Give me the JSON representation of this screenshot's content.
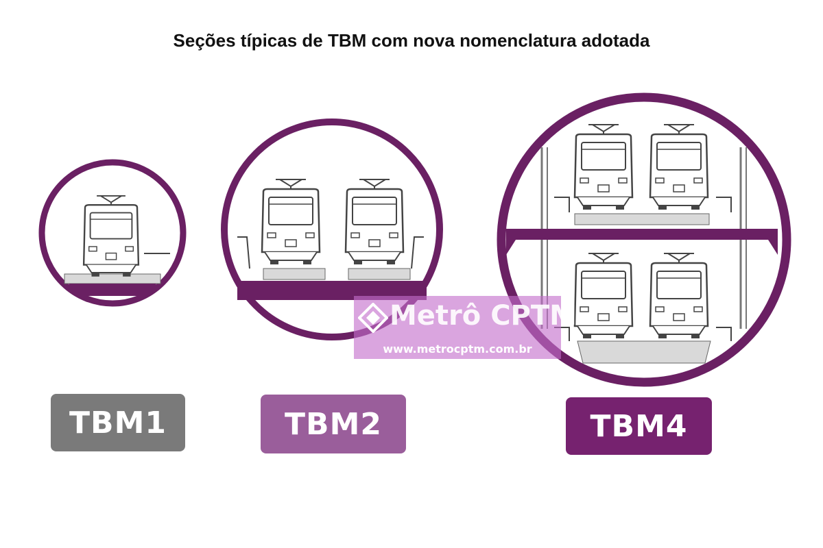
{
  "title": "Seções típicas de TBM com nova nomenclatura adotada",
  "sections": [
    {
      "id": "tbm1",
      "label": "TBM1",
      "color": "#7a7a7a",
      "tracks": 1,
      "levels": 1
    },
    {
      "id": "tbm2",
      "label": "TBM2",
      "color": "#9a5e9b",
      "tracks": 2,
      "levels": 1
    },
    {
      "id": "tbm4",
      "label": "TBM4",
      "color": "#76226f",
      "tracks": 4,
      "levels": 2
    }
  ],
  "colors": {
    "ring": "#6a2063",
    "platform": "#d9d9d9",
    "train_line": "#444444"
  },
  "watermark": {
    "brand": "Metrô CPTM",
    "url": "www.metrocptm.com.br",
    "icon": "metro-cptm-logo-icon"
  }
}
